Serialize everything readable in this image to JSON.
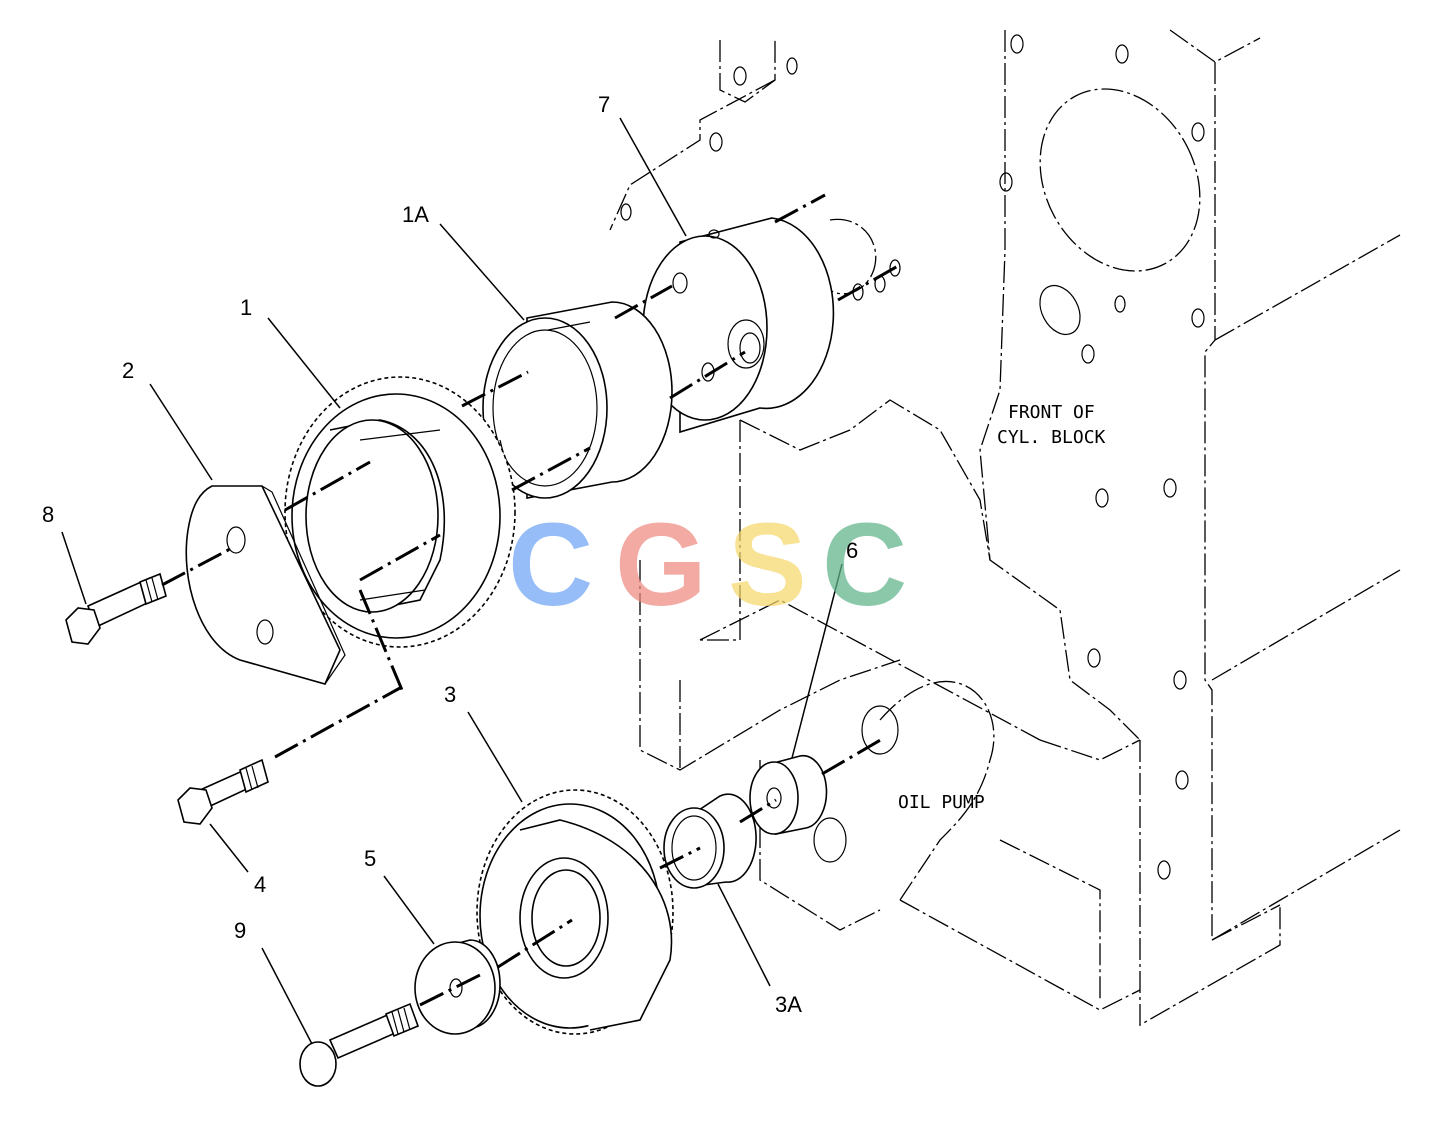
{
  "callouts": {
    "c1": "1",
    "c1a": "1A",
    "c2": "2",
    "c3": "3",
    "c3a": "3A",
    "c4": "4",
    "c5": "5",
    "c6": "6",
    "c7": "7",
    "c8": "8",
    "c9": "9"
  },
  "labels": {
    "front_line1": "FRONT OF",
    "front_line2": "CYL. BLOCK",
    "oil_pump": "OIL PUMP"
  },
  "watermark": {
    "letters": [
      "C",
      "G",
      "S",
      "C"
    ],
    "colors": [
      "#6fa4f5",
      "#ef8a80",
      "#f6d76a",
      "#5fb38a"
    ]
  }
}
